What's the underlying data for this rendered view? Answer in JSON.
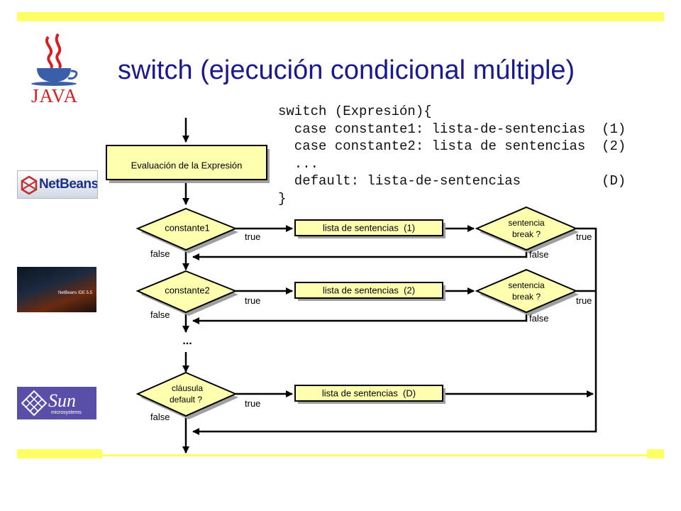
{
  "slide": {
    "title": "switch (ejecución condicional múltiple)"
  },
  "code": [
    "switch (Expresión){",
    "  case constante1: lista-de-sentencias  (1)",
    "  case constante2: lista de sentencias  (2)",
    "  ...",
    "  default: lista-de-sentencias          (D)",
    "}"
  ],
  "logos": {
    "java": "JAVA",
    "netbeans": "NetBeans",
    "splash": "NetBeans IDE 5.5",
    "sun": "Sun",
    "sun_sub": "microsystems"
  },
  "flowchart": {
    "eval_box": "Evaluación de la Expresión",
    "decisions": [
      {
        "label": [
          "constante1"
        ],
        "list_label": "lista de sentencias  (1)"
      },
      {
        "label": [
          "constante2"
        ],
        "list_label": "lista de sentencias  (2)"
      },
      {
        "label": [
          "cláusula",
          "default ?"
        ],
        "list_label": "lista de sentencias  (D)"
      }
    ],
    "break_label": [
      "sentencia",
      "break ?"
    ],
    "true_label": "true",
    "false_label": "false",
    "ellipsis": "..."
  },
  "colors": {
    "accent_bar": "#ffff66",
    "title": "#1a1a8c",
    "box_fill": "#ffffb0",
    "box_shadow": "#a0a0a0"
  }
}
